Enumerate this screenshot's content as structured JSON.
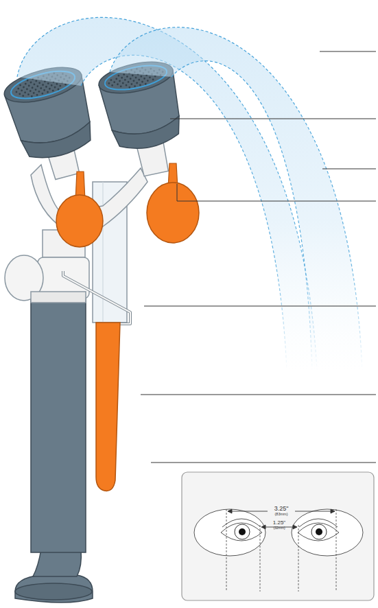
{
  "diagram": {
    "labels": [
      "3.25\"",
      "(83mm)",
      "1.25\"",
      "(32mm)"
    ]
  }
}
